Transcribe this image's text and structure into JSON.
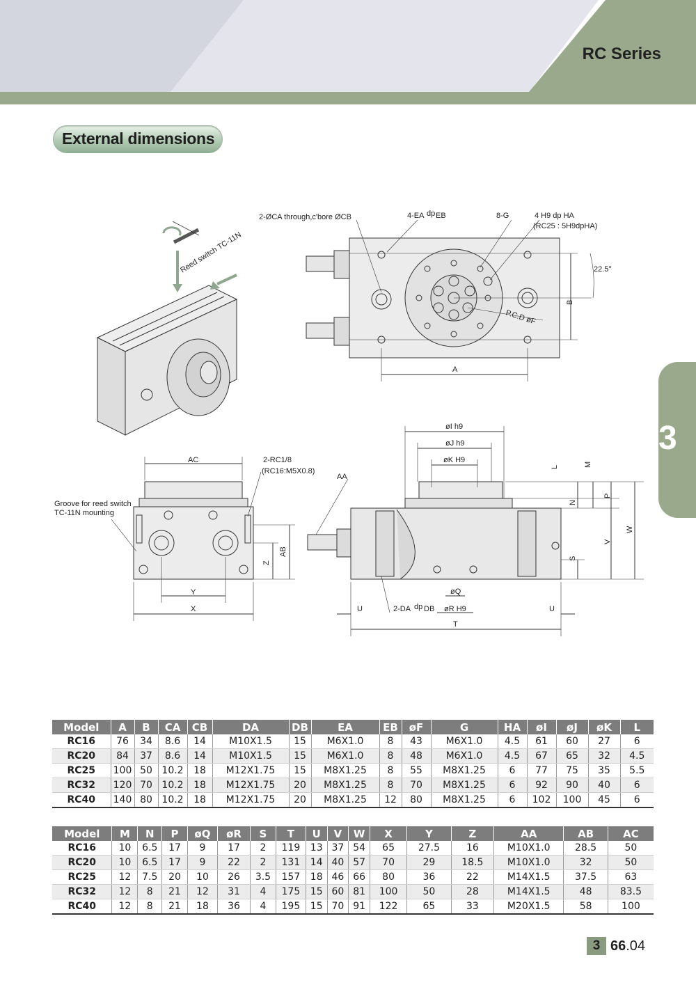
{
  "header": {
    "series": "RC Series"
  },
  "section": {
    "title": "External dimensions"
  },
  "chapter_tab": "3",
  "drawing": {
    "labels": {
      "ca": "2-ØCA through,c'bore ØCB",
      "ea": "4-EA",
      "ea_dp": "dp",
      "ea_eb": "EB",
      "g": "8-G",
      "ha": "4 H9 dp HA",
      "ha_note": "(RC25 : 5H9dpHA)",
      "angle": "22.5°",
      "b": "B",
      "a": "A",
      "pcd": "P.C.D øF",
      "reed": "Reed switch TC-11N",
      "ac": "AC",
      "rc": "2-RC1/8",
      "rc_note": "(RC16:M5X0.8)",
      "aa": "AA",
      "groove1": "Groove for reed switch",
      "groove2": "TC-11N mounting",
      "ab": "AB",
      "z": "Z",
      "y": "Y",
      "x": "X",
      "phi_i": "øI h9",
      "phi_j": "øJ h9",
      "phi_k": "øK H9",
      "l": "L",
      "m": "M",
      "n": "N",
      "p": "P",
      "v": "V",
      "w": "W",
      "s": "S",
      "phi_q": "øQ",
      "da": "2-DA",
      "da_dp": "dp",
      "da_db": "DB",
      "phi_r": "øR H9",
      "u_left": "U",
      "u_right": "U",
      "t": "T"
    }
  },
  "table1": {
    "headers": [
      "Model",
      "A",
      "B",
      "CA",
      "CB",
      "DA",
      "DB",
      "EA",
      "EB",
      "øF",
      "G",
      "HA",
      "øI",
      "øJ",
      "øK",
      "L"
    ],
    "rows": [
      [
        "RC16",
        "76",
        "34",
        "8.6",
        "14",
        "M10X1.5",
        "15",
        "M6X1.0",
        "8",
        "43",
        "M6X1.0",
        "4.5",
        "61",
        "60",
        "27",
        "6"
      ],
      [
        "RC20",
        "84",
        "37",
        "8.6",
        "14",
        "M10X1.5",
        "15",
        "M6X1.0",
        "8",
        "48",
        "M6X1.0",
        "4.5",
        "67",
        "65",
        "32",
        "4.5"
      ],
      [
        "RC25",
        "100",
        "50",
        "10.2",
        "18",
        "M12X1.75",
        "15",
        "M8X1.25",
        "8",
        "55",
        "M8X1.25",
        "6",
        "77",
        "75",
        "35",
        "5.5"
      ],
      [
        "RC32",
        "120",
        "70",
        "10.2",
        "18",
        "M12X1.75",
        "20",
        "M8X1.25",
        "8",
        "70",
        "M8X1.25",
        "6",
        "92",
        "90",
        "40",
        "6"
      ],
      [
        "RC40",
        "140",
        "80",
        "10.2",
        "18",
        "M12X1.75",
        "20",
        "M8X1.25",
        "12",
        "80",
        "M8X1.25",
        "6",
        "102",
        "100",
        "45",
        "6"
      ]
    ]
  },
  "table2": {
    "headers": [
      "Model",
      "M",
      "N",
      "P",
      "øQ",
      "øR",
      "S",
      "T",
      "U",
      "V",
      "W",
      "X",
      "Y",
      "Z",
      "AA",
      "AB",
      "AC"
    ],
    "rows": [
      [
        "RC16",
        "10",
        "6.5",
        "17",
        "9",
        "17",
        "2",
        "119",
        "13",
        "37",
        "54",
        "65",
        "27.5",
        "16",
        "M10X1.0",
        "28.5",
        "50"
      ],
      [
        "RC20",
        "10",
        "6.5",
        "17",
        "9",
        "22",
        "2",
        "131",
        "14",
        "40",
        "57",
        "70",
        "29",
        "18.5",
        "M10X1.0",
        "32",
        "50"
      ],
      [
        "RC25",
        "12",
        "7.5",
        "20",
        "10",
        "26",
        "3.5",
        "157",
        "18",
        "46",
        "66",
        "80",
        "36",
        "22",
        "M14X1.5",
        "37.5",
        "63"
      ],
      [
        "RC32",
        "12",
        "8",
        "21",
        "12",
        "31",
        "4",
        "175",
        "15",
        "60",
        "81",
        "100",
        "50",
        "28",
        "M14X1.5",
        "48",
        "83.5"
      ],
      [
        "RC40",
        "12",
        "8",
        "21",
        "18",
        "36",
        "4",
        "195",
        "15",
        "70",
        "91",
        "122",
        "65",
        "33",
        "M20X1.5",
        "58",
        "100"
      ]
    ]
  },
  "page": {
    "chapter": "3",
    "major": "66",
    "minor": ".04"
  },
  "colors": {
    "band_green": "#9aa98c",
    "band_gray": "#d3d5df",
    "header_gray": "#7d7d7d"
  }
}
